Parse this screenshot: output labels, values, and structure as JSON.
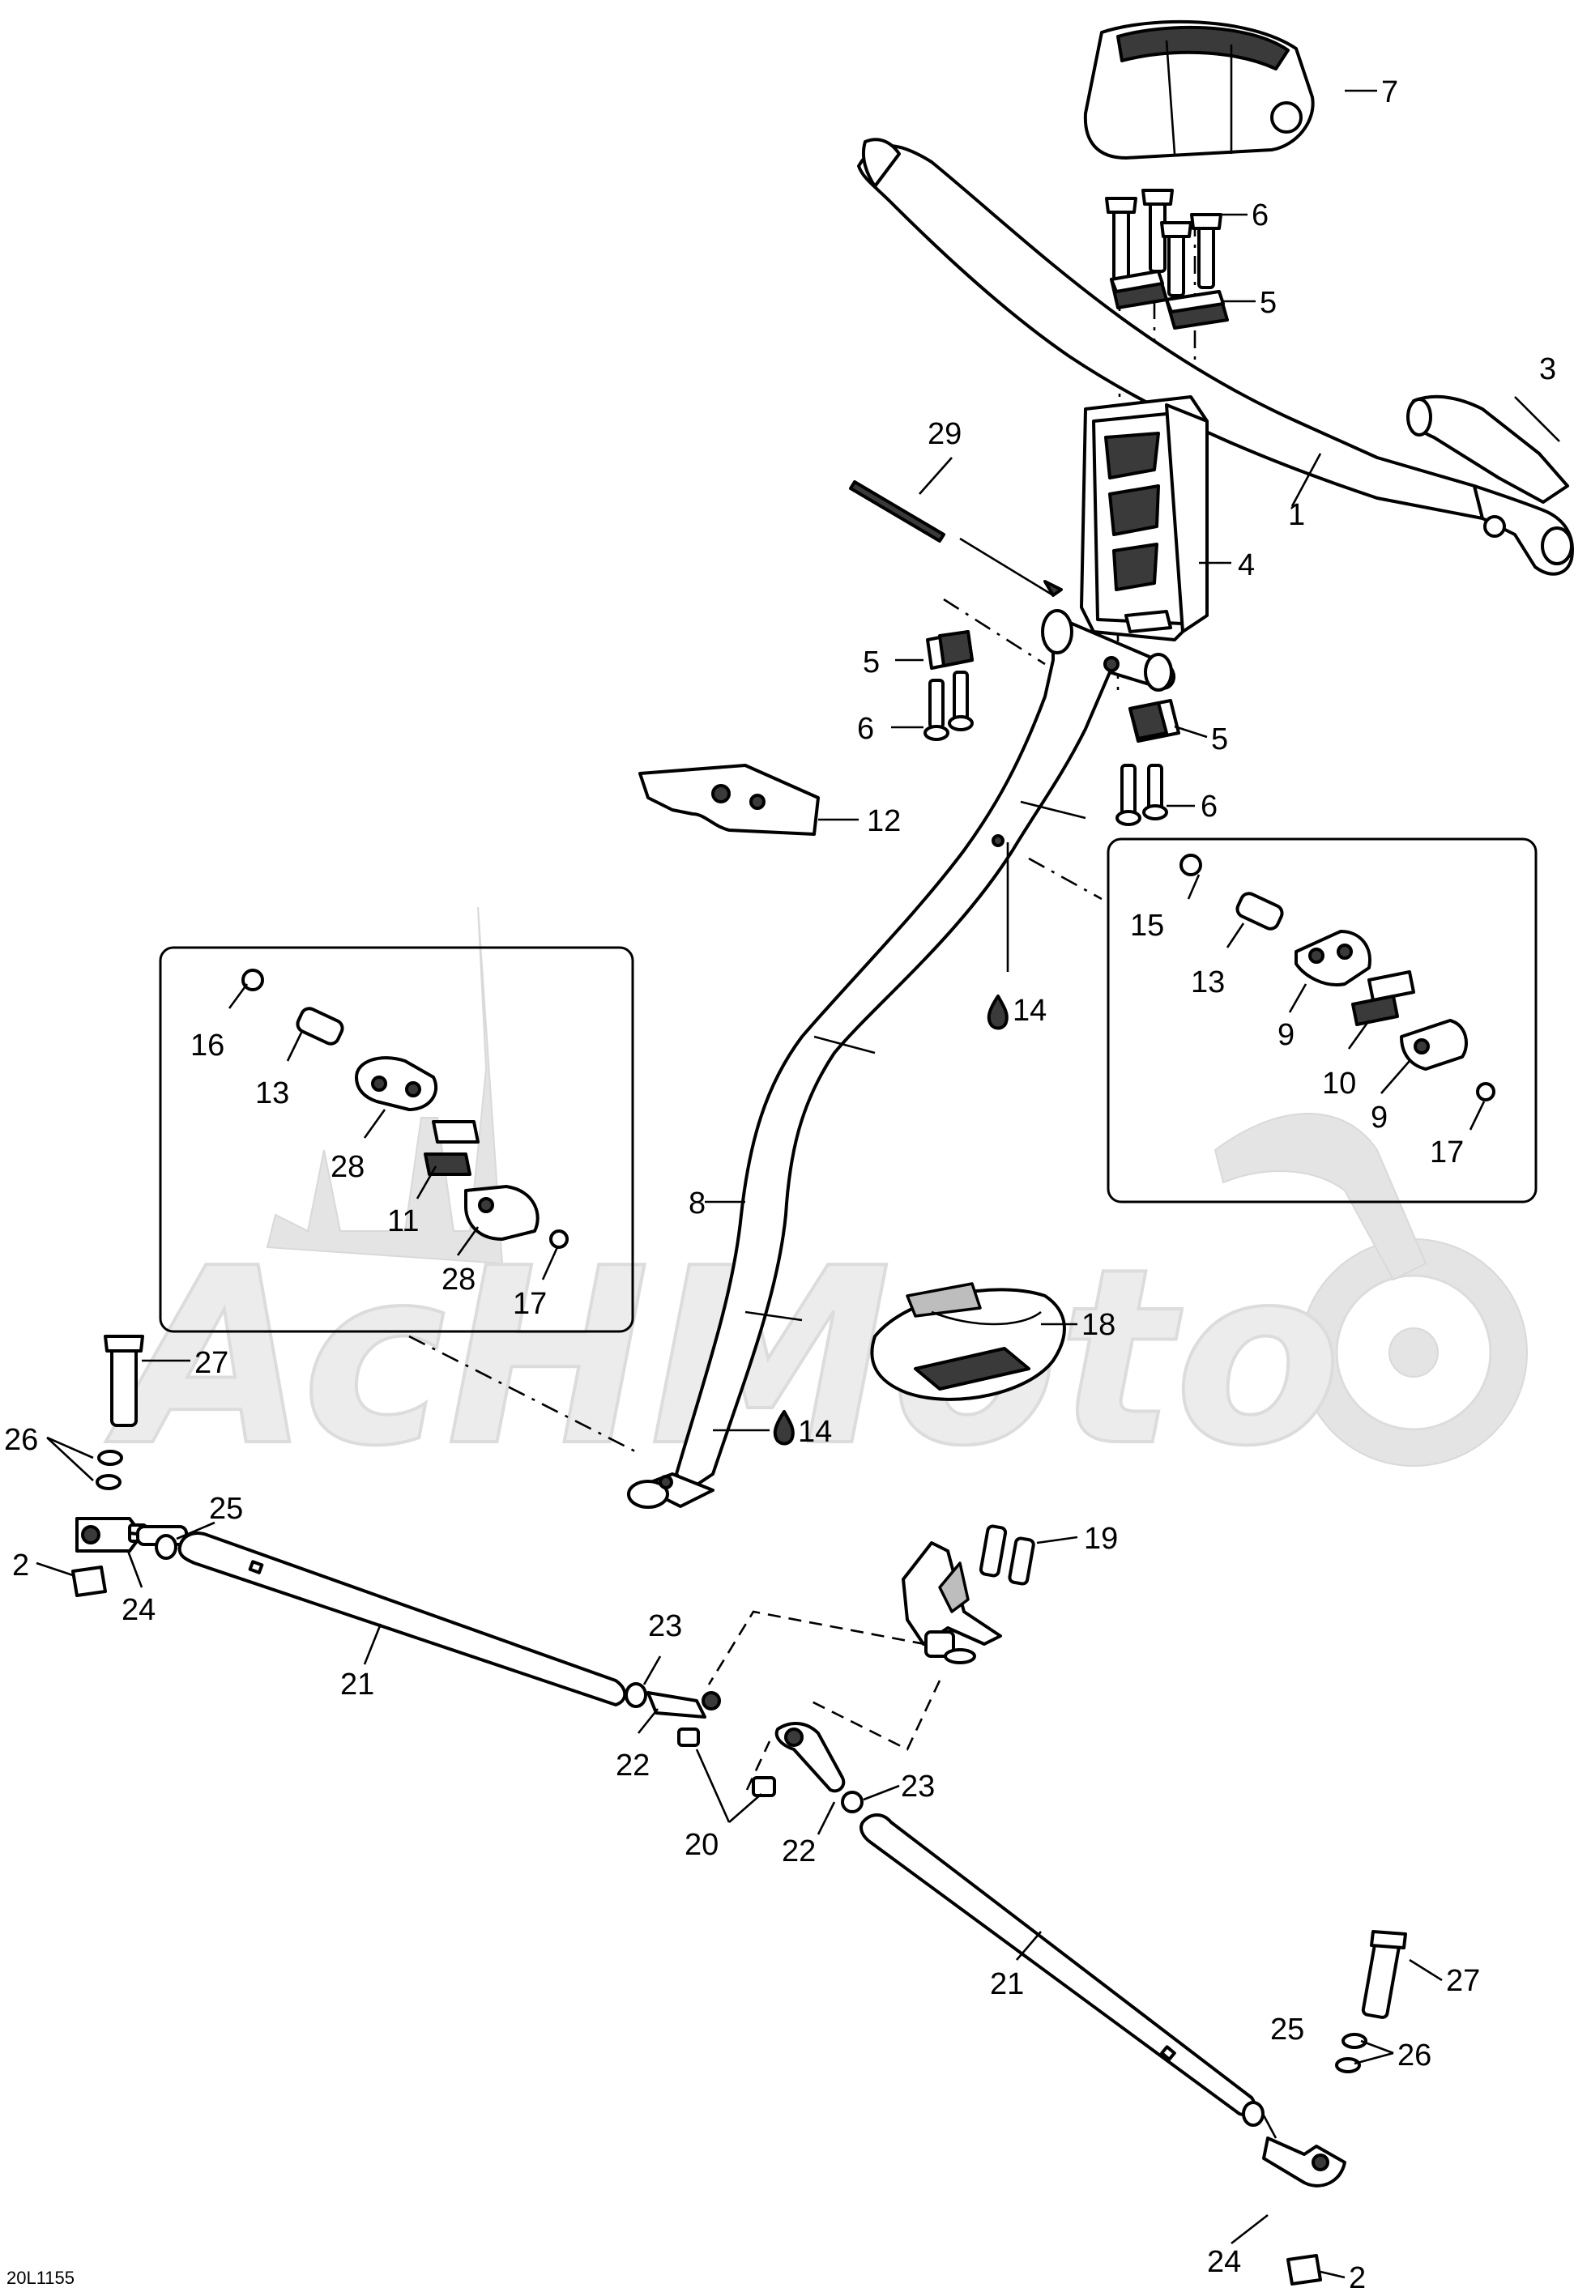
{
  "watermark": "AcHMoto",
  "figure_code": "20L1155",
  "callouts": [
    {
      "id": "c7",
      "label": "7"
    },
    {
      "id": "c6a",
      "label": "6"
    },
    {
      "id": "c5a",
      "label": "5"
    },
    {
      "id": "c3",
      "label": "3"
    },
    {
      "id": "c29",
      "label": "29"
    },
    {
      "id": "c1",
      "label": "1"
    },
    {
      "id": "c4",
      "label": "4"
    },
    {
      "id": "c5b",
      "label": "5"
    },
    {
      "id": "c6b",
      "label": "6"
    },
    {
      "id": "c5c",
      "label": "5"
    },
    {
      "id": "c6c",
      "label": "6"
    },
    {
      "id": "c12",
      "label": "12"
    },
    {
      "id": "c15",
      "label": "15"
    },
    {
      "id": "c13a",
      "label": "13"
    },
    {
      "id": "c14a",
      "label": "14"
    },
    {
      "id": "c9a",
      "label": "9"
    },
    {
      "id": "c10",
      "label": "10"
    },
    {
      "id": "c9b",
      "label": "9"
    },
    {
      "id": "c17a",
      "label": "17"
    },
    {
      "id": "c16",
      "label": "16"
    },
    {
      "id": "c13b",
      "label": "13"
    },
    {
      "id": "c28a",
      "label": "28"
    },
    {
      "id": "c11",
      "label": "11"
    },
    {
      "id": "c28b",
      "label": "28"
    },
    {
      "id": "c17b",
      "label": "17"
    },
    {
      "id": "c8",
      "label": "8"
    },
    {
      "id": "c18",
      "label": "18"
    },
    {
      "id": "c27a",
      "label": "27"
    },
    {
      "id": "c26a",
      "label": "26"
    },
    {
      "id": "c14b",
      "label": "14"
    },
    {
      "id": "c25a",
      "label": "25"
    },
    {
      "id": "c2a",
      "label": "2"
    },
    {
      "id": "c24a",
      "label": "24"
    },
    {
      "id": "c19",
      "label": "19"
    },
    {
      "id": "c21a",
      "label": "21"
    },
    {
      "id": "c23a",
      "label": "23"
    },
    {
      "id": "c22a",
      "label": "22"
    },
    {
      "id": "c23b",
      "label": "23"
    },
    {
      "id": "c20",
      "label": "20"
    },
    {
      "id": "c22b",
      "label": "22"
    },
    {
      "id": "c21b",
      "label": "21"
    },
    {
      "id": "c27b",
      "label": "27"
    },
    {
      "id": "c25b",
      "label": "25"
    },
    {
      "id": "c26b",
      "label": "26"
    },
    {
      "id": "c24b",
      "label": "24"
    },
    {
      "id": "c2b",
      "label": "2"
    }
  ]
}
